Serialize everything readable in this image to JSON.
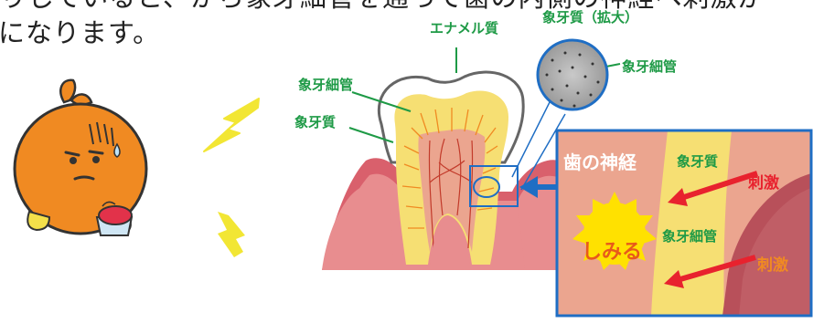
{
  "intro_text": {
    "line1": "りしていると、から象牙細管を通って歯の内側の神経へ刺激が",
    "line2": "になります。"
  },
  "labels": {
    "enamel": "エナメル質",
    "dentin_magnified": "象牙質（拡大）",
    "tubule_magnified": "象牙細管",
    "tubule": "象牙細管",
    "dentin": "象牙質"
  },
  "inset": {
    "nerve": "歯の神経",
    "dentin": "象牙質",
    "tubule": "象牙細管",
    "stimulus_1": "刺激",
    "stimulus_2": "刺激",
    "sensation": "しみる"
  },
  "colors": {
    "label_green": "#1e9a46",
    "stimulus_red": "#e8222e",
    "stimulus_orange": "#f08a22",
    "inset_border": "#1f6ec4",
    "nerve_pink": "#eba58f",
    "dentin_yellow": "#f6df73",
    "gum_pink": "#d9606c",
    "burst_yellow": "#ffe100",
    "lightning_yellow": "#f2e634"
  },
  "icons": [
    "lightning-bolt-icon",
    "mascot-character",
    "stimulus-arrow-icon",
    "pointer-arrow-icon",
    "magnifier-circle"
  ]
}
